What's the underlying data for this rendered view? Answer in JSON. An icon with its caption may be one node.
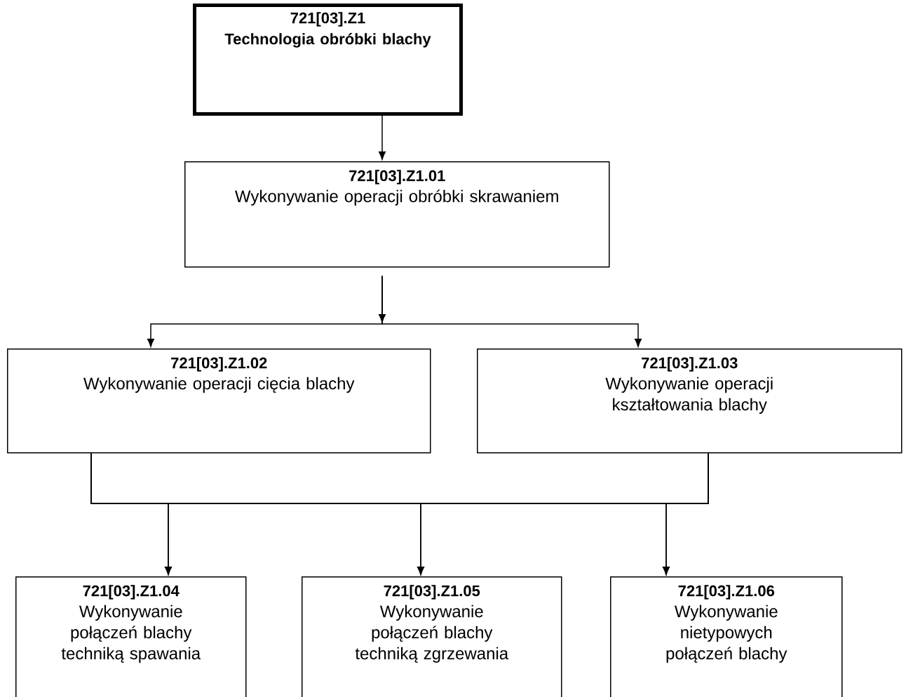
{
  "diagram": {
    "nodes": [
      {
        "text": [
          "721[03].Z1",
          "Technologia obróbki blachy"
        ]
      },
      {
        "text": [
          "721[03].Z1.01",
          "Wykonywanie operacji obróbki skrawaniem"
        ]
      },
      {
        "text": [
          "721[03].Z1.02",
          "Wykonywanie operacji cięcia blachy"
        ]
      },
      {
        "text": [
          "721[03].Z1.03",
          "Wykonywanie operacji kształtowania blachy"
        ]
      },
      {
        "text": [
          "721[03].Z1.04",
          "Wykonywanie połączeń blachy techniką spawania"
        ]
      },
      {
        "text": [
          "721[03].Z1.05",
          "Wykonywanie połączeń blachy techniką zgrzewania"
        ]
      },
      {
        "text": [
          "721[03].Z1.06",
          "Wykonywanie nietypowych połączeń blachy"
        ]
      }
    ],
    "edges": [
      {
        "from": 0,
        "to": 1,
        "arrow": "to"
      },
      {
        "from": 1,
        "to": 2,
        "arrow": "to"
      },
      {
        "from": 1,
        "to": 3,
        "arrow": "to"
      },
      {
        "from": 2,
        "to": 4,
        "arrow": "to"
      },
      {
        "from": 2,
        "to": 5,
        "arrow": "to"
      },
      {
        "from": 2,
        "to": 6,
        "arrow": "to"
      },
      {
        "from": 3,
        "to": 4,
        "arrow": "to"
      },
      {
        "from": 3,
        "to": 5,
        "arrow": "to"
      },
      {
        "from": 3,
        "to": 6,
        "arrow": "to"
      }
    ]
  }
}
